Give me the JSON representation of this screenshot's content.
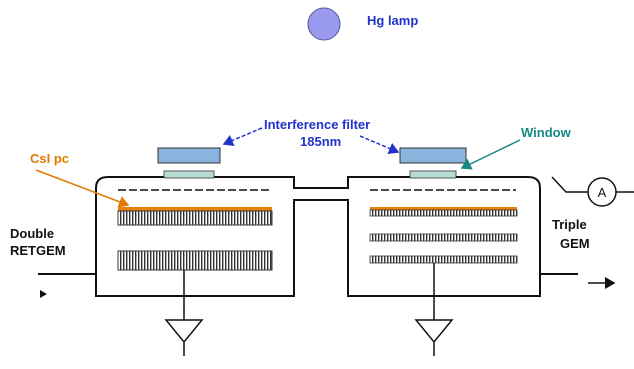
{
  "labels": {
    "lamp": "Hg lamp",
    "filter_line1": "Interference filter",
    "filter_line2": "185nm",
    "window": "Window",
    "csi": "CsI pc",
    "left_line1": "Double",
    "left_line2": "RETGEM",
    "right_line1": "Triple",
    "right_line2": "GEM",
    "ammeter": "A"
  },
  "colors": {
    "lamp_fill": "#9999ee",
    "filter_fill": "#8ab4de",
    "window_fill": "#b8ddd6",
    "photocathode": "#e8820c",
    "blue_text": "#2233cc",
    "orange_text": "#e07a00",
    "teal_text": "#138a84"
  },
  "icons": [
    "hg-lamp-icon",
    "ammeter-icon",
    "ground-symbol-icon",
    "arrow-icon"
  ]
}
